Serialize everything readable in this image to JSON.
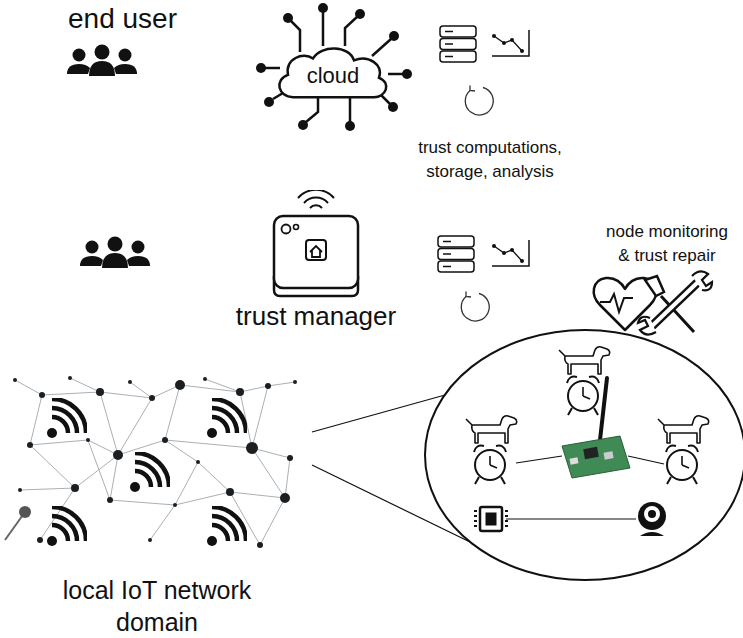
{
  "diagram": {
    "nodes": [
      {
        "text": [
          "cloud"
        ]
      },
      {
        "text": [
          "trust manager"
        ]
      }
    ],
    "labels": [
      "end user",
      "trust computations, storage, analysis",
      "node monitoring & trust repair",
      "local IoT network domain"
    ]
  }
}
